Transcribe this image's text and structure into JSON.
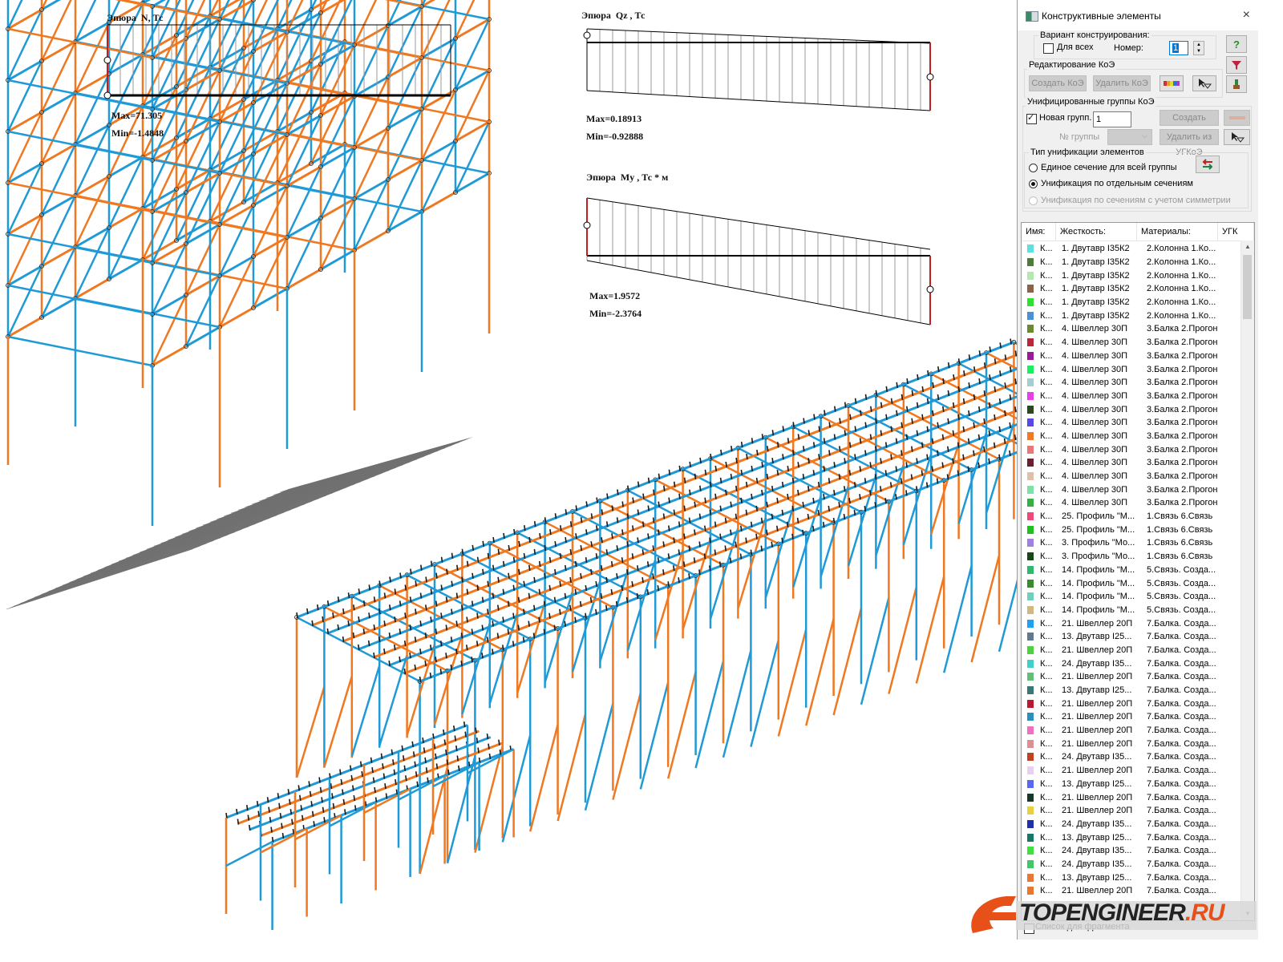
{
  "diagrams": {
    "n": {
      "title": "Эпюра  N, Тс",
      "max": "Max=71.305",
      "min": "Min=-1.4848"
    },
    "qz": {
      "title": "Эпюра  Qz , Тс",
      "max": "Max=0.18913",
      "min": "Min=-0.92888"
    },
    "my": {
      "title": "Эпюра  My , Тс * м",
      "max": "Max=1.9572",
      "min": "Min=-2.3764"
    }
  },
  "colors": {
    "member_orange": "#f07820",
    "member_blue": "#1f9ad6",
    "purlin_black": "#1a1a1a",
    "accent_red": "#c02020"
  },
  "dialog": {
    "title": "Конструктивные элементы",
    "close_icon": "×",
    "variant_group": {
      "label": "Вариант конструирования:",
      "for_all_label": "Для всех",
      "for_all_checked": false,
      "number_label": "Номер:",
      "number_value": "1"
    },
    "edit_group": {
      "label": "Редактирование КоЭ",
      "create_label": "Создать КоЭ",
      "delete_label": "Удалить КоЭ"
    },
    "unified_group": {
      "label": "Унифицированные группы КоЭ",
      "new_group_label": "Новая групп.",
      "new_group_checked": true,
      "new_group_value": "1",
      "group_no_label": "№ группы",
      "create_label": "Создать УГКоЭ",
      "delete_label": "Удалить из УГКоЭ"
    },
    "unify_type": {
      "label": "Тип унификации элементов",
      "options": [
        {
          "label": "Единое сечение для всей группы",
          "selected": false,
          "disabled": false
        },
        {
          "label": "Унификация по отдельным сечениям",
          "selected": true,
          "disabled": false
        },
        {
          "label": "Унификация по сечениям с учетом симметрии",
          "selected": false,
          "disabled": true
        }
      ]
    },
    "side_buttons": [
      "help-icon",
      "filter-icon",
      "paint-icon"
    ],
    "list": {
      "columns": [
        "Имя:",
        "Жесткость:",
        "Материалы:",
        "УГК"
      ],
      "rows": [
        {
          "color": "#5fe0e0",
          "name": "К...",
          "stiffness": "1. Двутавр I35К2",
          "material": "2.Колонна 1.Ко..."
        },
        {
          "color": "#4e7a3c",
          "name": "К...",
          "stiffness": "1. Двутавр I35К2",
          "material": "2.Колонна 1.Ко..."
        },
        {
          "color": "#b4e8b0",
          "name": "К...",
          "stiffness": "1. Двутавр I35К2",
          "material": "2.Колонна 1.Ко..."
        },
        {
          "color": "#8c6248",
          "name": "К...",
          "stiffness": "1. Двутавр I35К2",
          "material": "2.Колонна 1.Ко..."
        },
        {
          "color": "#2ee030",
          "name": "К...",
          "stiffness": "1. Двутавр I35К2",
          "material": "2.Колонна 1.Ко..."
        },
        {
          "color": "#4890d8",
          "name": "К...",
          "stiffness": "1. Двутавр I35К2",
          "material": "2.Колонна 1.Ко..."
        },
        {
          "color": "#6a8a30",
          "name": "К...",
          "stiffness": "4. Швеллер 30П",
          "material": "3.Балка 2.Прогон"
        },
        {
          "color": "#b82838",
          "name": "К...",
          "stiffness": "4. Швеллер 30П",
          "material": "3.Балка 2.Прогон"
        },
        {
          "color": "#9a1a9a",
          "name": "К...",
          "stiffness": "4. Швеллер 30П",
          "material": "3.Балка 2.Прогон"
        },
        {
          "color": "#18f060",
          "name": "К...",
          "stiffness": "4. Швеллер 30П",
          "material": "3.Балка 2.Прогон"
        },
        {
          "color": "#a8ccd4",
          "name": "К...",
          "stiffness": "4. Швеллер 30П",
          "material": "3.Балка 2.Прогон"
        },
        {
          "color": "#e840e8",
          "name": "К...",
          "stiffness": "4. Швеллер 30П",
          "material": "3.Балка 2.Прогон"
        },
        {
          "color": "#2c4820",
          "name": "К...",
          "stiffness": "4. Швеллер 30П",
          "material": "3.Балка 2.Прогон"
        },
        {
          "color": "#5848e8",
          "name": "К...",
          "stiffness": "4. Швеллер 30П",
          "material": "3.Балка 2.Прогон"
        },
        {
          "color": "#f07828",
          "name": "К...",
          "stiffness": "4. Швеллер 30П",
          "material": "3.Балка 2.Прогон"
        },
        {
          "color": "#e87878",
          "name": "К...",
          "stiffness": "4. Швеллер 30П",
          "material": "3.Балка 2.Прогон"
        },
        {
          "color": "#6a2030",
          "name": "К...",
          "stiffness": "4. Швеллер 30П",
          "material": "3.Балка 2.Прогон"
        },
        {
          "color": "#e0c0a8",
          "name": "К...",
          "stiffness": "4. Швеллер 30П",
          "material": "3.Балка 2.Прогон"
        },
        {
          "color": "#80e0a8",
          "name": "К...",
          "stiffness": "4. Швеллер 30П",
          "material": "3.Балка 2.Прогон"
        },
        {
          "color": "#38b040",
          "name": "К...",
          "stiffness": "4. Швеллер 30П",
          "material": "3.Балка 2.Прогон"
        },
        {
          "color": "#f04878",
          "name": "К...",
          "stiffness": "25. Профиль \"М...",
          "material": "1.Связь 6.Связь"
        },
        {
          "color": "#20c020",
          "name": "К...",
          "stiffness": "25. Профиль \"М...",
          "material": "1.Связь 6.Связь"
        },
        {
          "color": "#a080e0",
          "name": "К...",
          "stiffness": "3. Профиль \"Мо...",
          "material": "1.Связь 6.Связь"
        },
        {
          "color": "#184818",
          "name": "К...",
          "stiffness": "3. Профиль \"Мо...",
          "material": "1.Связь 6.Связь"
        },
        {
          "color": "#30b870",
          "name": "К...",
          "stiffness": "14. Профиль \"М...",
          "material": "5.Связь. Созда..."
        },
        {
          "color": "#3a8a30",
          "name": "К...",
          "stiffness": "14. Профиль \"М...",
          "material": "5.Связь. Созда..."
        },
        {
          "color": "#70d0c0",
          "name": "К...",
          "stiffness": "14. Профиль \"М...",
          "material": "5.Связь. Созда..."
        },
        {
          "color": "#d0b880",
          "name": "К...",
          "stiffness": "14. Профиль \"М...",
          "material": "5.Связь. Созда..."
        },
        {
          "color": "#20a0f0",
          "name": "К...",
          "stiffness": "21. Швеллер 20П",
          "material": "7.Балка. Созда..."
        },
        {
          "color": "#607890",
          "name": "К...",
          "stiffness": "13. Двутавр I25...",
          "material": "7.Балка. Созда..."
        },
        {
          "color": "#50d040",
          "name": "К...",
          "stiffness": "21. Швеллер 20П",
          "material": "7.Балка. Созда..."
        },
        {
          "color": "#40d0c8",
          "name": "К...",
          "stiffness": "24. Двутавр I35...",
          "material": "7.Балка. Созда..."
        },
        {
          "color": "#60c078",
          "name": "К...",
          "stiffness": "21. Швеллер 20П",
          "material": "7.Балка. Созда..."
        },
        {
          "color": "#3a7878",
          "name": "К...",
          "stiffness": "13. Двутавр I25...",
          "material": "7.Балка. Созда..."
        },
        {
          "color": "#b81830",
          "name": "К...",
          "stiffness": "21. Швеллер 20П",
          "material": "7.Балка. Созда..."
        },
        {
          "color": "#2890c0",
          "name": "К...",
          "stiffness": "21. Швеллер 20П",
          "material": "7.Балка. Созда..."
        },
        {
          "color": "#f070c0",
          "name": "К...",
          "stiffness": "21. Швеллер 20П",
          "material": "7.Балка. Созда..."
        },
        {
          "color": "#d89090",
          "name": "К...",
          "stiffness": "21. Швеллер 20П",
          "material": "7.Балка. Созда..."
        },
        {
          "color": "#c04020",
          "name": "К...",
          "stiffness": "24. Двутавр I35...",
          "material": "7.Балка. Созда..."
        },
        {
          "color": "#e8d0f0",
          "name": "К...",
          "stiffness": "21. Швеллер 20П",
          "material": "7.Балка. Созда..."
        },
        {
          "color": "#5868f0",
          "name": "К...",
          "stiffness": "13. Двутавр I25...",
          "material": "7.Балка. Созда..."
        },
        {
          "color": "#183828",
          "name": "К...",
          "stiffness": "21. Швеллер 20П",
          "material": "7.Балка. Созда..."
        },
        {
          "color": "#e8d040",
          "name": "К...",
          "stiffness": "21. Швеллер 20П",
          "material": "7.Балка. Созда..."
        },
        {
          "color": "#2030a8",
          "name": "К...",
          "stiffness": "24. Двутавр I35...",
          "material": "7.Балка. Созда..."
        },
        {
          "color": "#187868",
          "name": "К...",
          "stiffness": "13. Двутавр I25...",
          "material": "7.Балка. Созда..."
        },
        {
          "color": "#40e040",
          "name": "К...",
          "stiffness": "24. Двутавр I35...",
          "material": "7.Балка. Созда..."
        },
        {
          "color": "#40c868",
          "name": "К...",
          "stiffness": "24. Двутавр I35...",
          "material": "7.Балка. Созда..."
        },
        {
          "color": "#e87838",
          "name": "К...",
          "stiffness": "13. Двутавр I25...",
          "material": "7.Балка. Созда..."
        },
        {
          "color": "#e87830",
          "name": "К...",
          "stiffness": "21. Швеллер 20П",
          "material": "7.Балка. Созда..."
        }
      ]
    },
    "fragment_label": "Список для фрагмента",
    "fragment_checked": false
  },
  "watermark": "TOPENGINEER.RU"
}
